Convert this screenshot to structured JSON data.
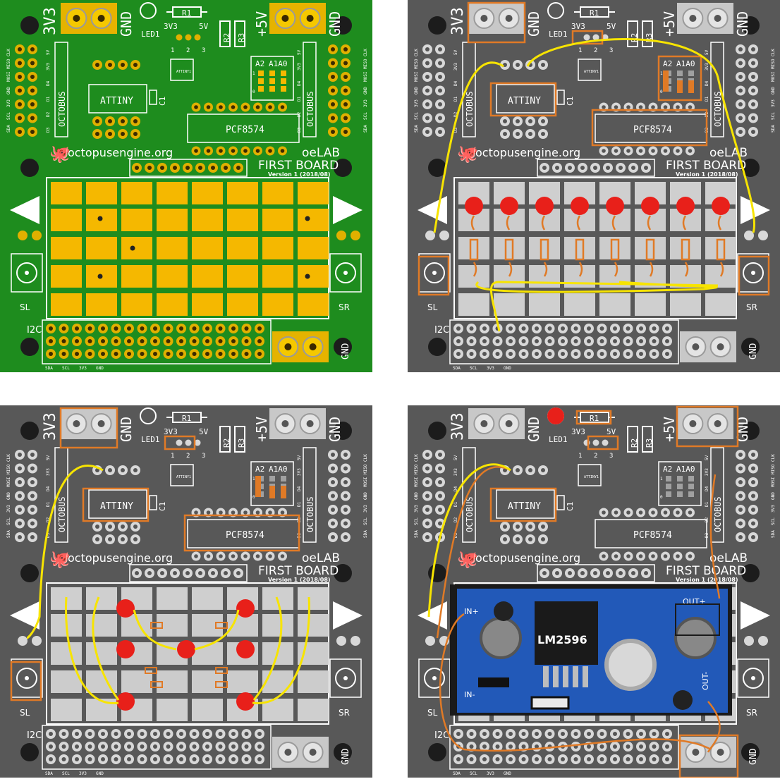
{
  "boards": [
    {
      "id": "tl",
      "variant": "bare",
      "r1_dot": false
    },
    {
      "id": "tr",
      "variant": "leds-row",
      "r1_dot": false
    },
    {
      "id": "bl",
      "variant": "leds-pattern",
      "r1_dot": false
    },
    {
      "id": "br",
      "variant": "regulator",
      "r1_dot": true
    }
  ],
  "silk": {
    "v33": "3V3",
    "gnd": "GND",
    "led1": "LED1",
    "r1": "R1",
    "r2": "R2",
    "r3": "R3",
    "v5": "+5V",
    "j3v3": "3V3",
    "j5v": "5V",
    "j1": "1",
    "j2": "2",
    "j3": "3",
    "attiny_chip": "ATTINY1",
    "attiny": "ATTINY",
    "c1": "C1",
    "pcf": "PCF8574",
    "a2": "A2",
    "a1a0": "A1A0",
    "one": "1",
    "zero": "0",
    "octobus_l": "OCTOBUS",
    "octobus_r": "OCTOBUS",
    "pins_l": [
      "SDA",
      "SCL",
      "3V3",
      "GND",
      "MOSI",
      "MISO",
      "CLK"
    ],
    "pins_l2": [
      "5V",
      "3V3",
      "D4",
      "D1",
      "D2",
      "D3"
    ],
    "site": "octopusengine.org",
    "oelab": "oeLAB",
    "first": "FIRST BOARD",
    "version": "Version 1 (2018/08)",
    "sl": "SL",
    "sr": "SR",
    "i2c": "I2C",
    "bottom_pins": [
      "SDA",
      "SCL",
      "3V3",
      "GND"
    ]
  },
  "regulator": {
    "chip": "LM2596",
    "in_plus": "IN+",
    "in_minus": "IN-",
    "out_plus": "OUT+",
    "out_minus": "OUT-"
  },
  "colors": {
    "green": "#1e8c1e",
    "grey": "#585858",
    "pad": "#f5b800",
    "led": "#e8201a",
    "wire_yellow": "#f7e400",
    "wire_orange": "#e07a26",
    "reg_blue": "#2259b8"
  }
}
